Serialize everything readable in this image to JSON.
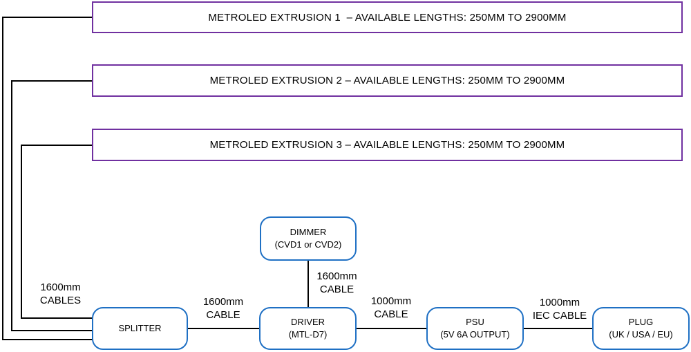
{
  "diagram": {
    "extrusions": [
      {
        "label": "METROLED EXTRUSION 1  – AVAILABLE LENGTHS: 250MM TO 2900MM"
      },
      {
        "label": "METROLED EXTRUSION 2 – AVAILABLE LENGTHS: 250MM TO 2900MM"
      },
      {
        "label": "METROLED EXTRUSION 3 – AVAILABLE LENGTHS: 250MM TO 2900MM"
      }
    ],
    "nodes": {
      "dimmer": {
        "name": "DIMMER",
        "sub": "(CVD1 or CVD2)"
      },
      "splitter": {
        "name": "SPLITTER"
      },
      "driver": {
        "name": "DRIVER",
        "sub": "(MTL-D7)"
      },
      "psu": {
        "name": "PSU",
        "sub": "(5V 6A OUTPUT)"
      },
      "plug": {
        "name": "PLUG",
        "sub": "(UK / USA / EU)"
      }
    },
    "cable_labels": {
      "splitter_cables": {
        "line1": "1600mm",
        "line2": "CABLES"
      },
      "splitter_driver": {
        "line1": "1600mm",
        "line2": "CABLE"
      },
      "dimmer_driver": {
        "line1": "1600mm",
        "line2": "CABLE"
      },
      "driver_psu": {
        "line1": "1000mm",
        "line2": "CABLE"
      },
      "psu_plug": {
        "line1": "1000mm",
        "line2": "IEC CABLE"
      }
    },
    "colors": {
      "extrusion_border": "#7030A0",
      "node_border": "#1F70C4",
      "line": "#000000",
      "text": "#000000"
    }
  }
}
